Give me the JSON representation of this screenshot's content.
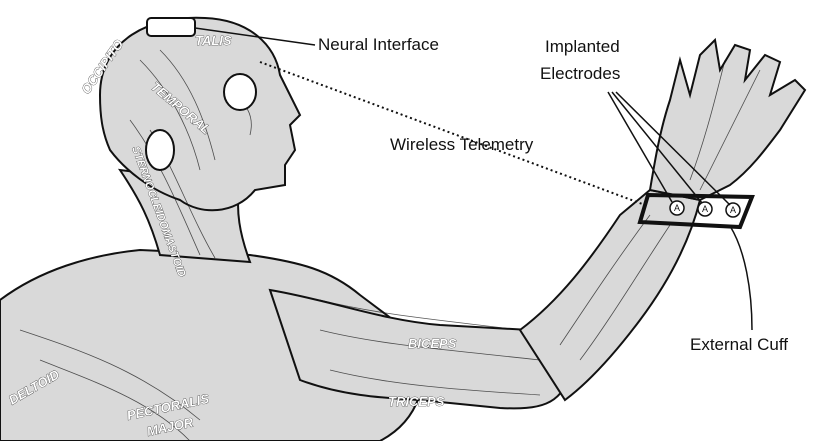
{
  "callouts": {
    "neural_interface": "Neural Interface",
    "implanted_electrodes_line1": "Implanted",
    "implanted_electrodes_line2": "Electrodes",
    "wireless_telemetry": "Wireless Telemetry",
    "external_cuff": "External Cuff"
  },
  "muscle_labels": {
    "occipito": "OCCIPITO",
    "frontalis": "TALIS",
    "temporal": "TEMPORAL",
    "sternocleidomastoid": "STERNOCLEIDOMASTOID",
    "deltoid": "DELTOID",
    "pectoralis_major_line1": "PECTORALIS",
    "pectoralis_major_line2": "MAJOR",
    "biceps": "BICEPS",
    "triceps": "TRICEPS"
  },
  "electrodes": [
    "A",
    "A",
    "A"
  ],
  "colors": {
    "ink": "#111111",
    "paper": "#ffffff",
    "muscle_shade": "#d9d9d9"
  }
}
